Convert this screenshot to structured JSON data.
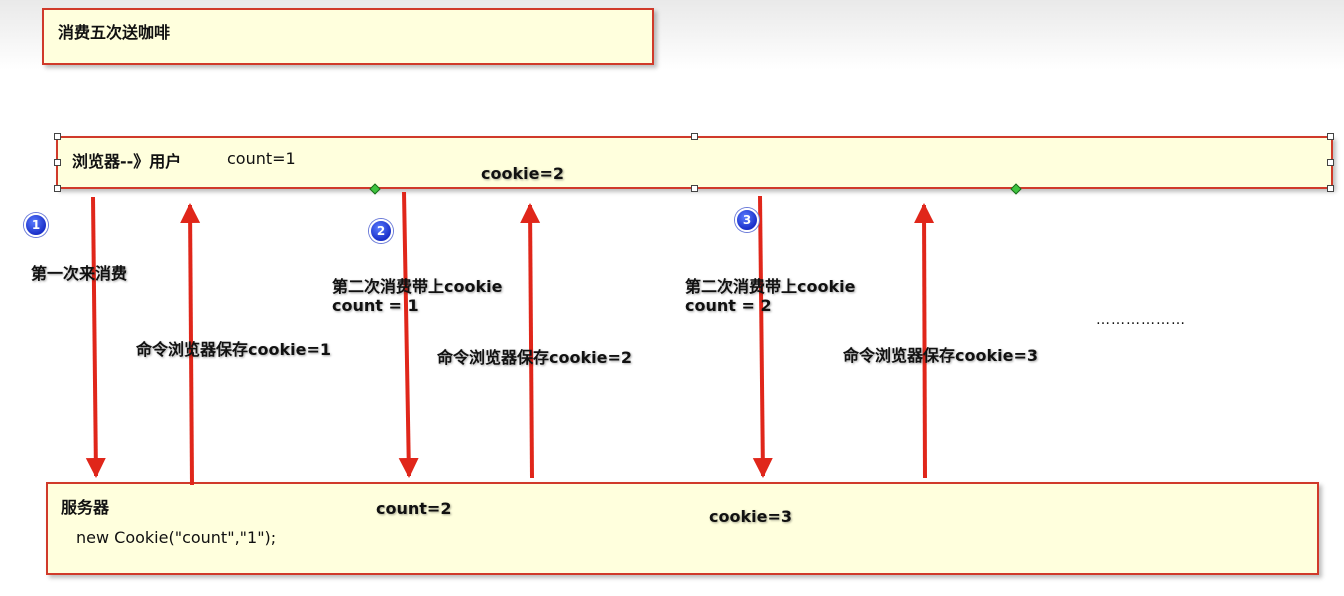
{
  "title_box": {
    "text": "消费五次送咖啡"
  },
  "browser_box": {
    "label": "浏览器--》用户",
    "count": "count=1",
    "cookie": "cookie=2"
  },
  "steps": [
    {
      "badge": "1",
      "request": "第一次来消费",
      "response": "命令浏览器保存cookie=1"
    },
    {
      "badge": "2",
      "request_line1": "第二次消费带上cookie",
      "request_line2": "count = 1",
      "response": "命令浏览器保存cookie=2"
    },
    {
      "badge": "3",
      "request_line1": "第二次消费带上cookie",
      "request_line2": "count = 2",
      "response": "命令浏览器保存cookie=3"
    }
  ],
  "ellipsis": "………………",
  "server_box": {
    "label": "服务器",
    "code": "new Cookie(\"count\",\"1\");",
    "count": "count=2",
    "cookie": "cookie=3"
  },
  "colors": {
    "arrow": "#e0261a",
    "box_fill": "#ffffdd",
    "box_border": "#d03a2a",
    "badge": "#1a2fc8"
  }
}
